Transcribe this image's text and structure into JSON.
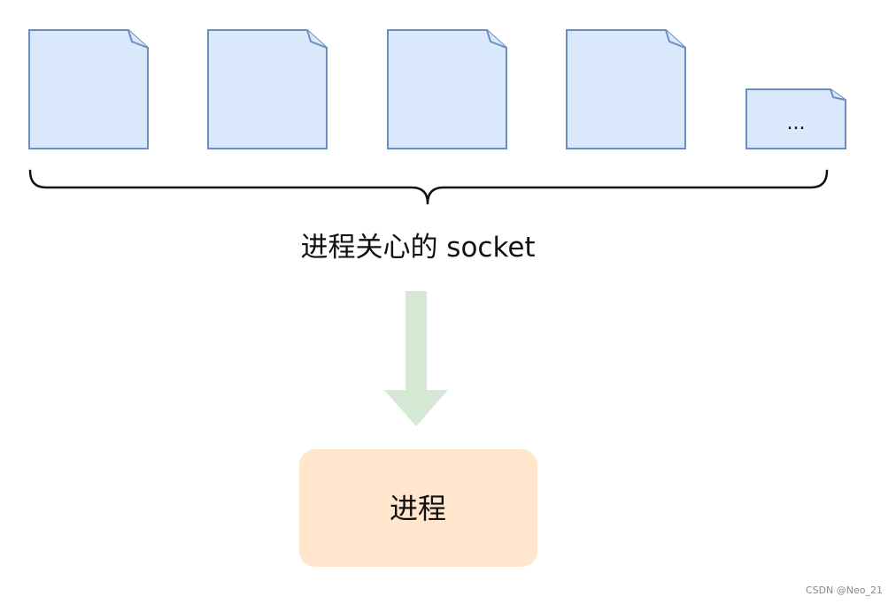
{
  "documents": [
    {
      "label": ""
    },
    {
      "label": ""
    },
    {
      "label": ""
    },
    {
      "label": ""
    },
    {
      "label": "..."
    }
  ],
  "group_caption": "进程关心的 socket",
  "process_label": "进程",
  "watermark": "CSDN @Neo_21",
  "colors": {
    "doc_fill": "#dae8fc",
    "doc_stroke": "#6c8ebf",
    "arrow_fill": "#d5e8d4",
    "process_fill": "#ffe6cc"
  }
}
